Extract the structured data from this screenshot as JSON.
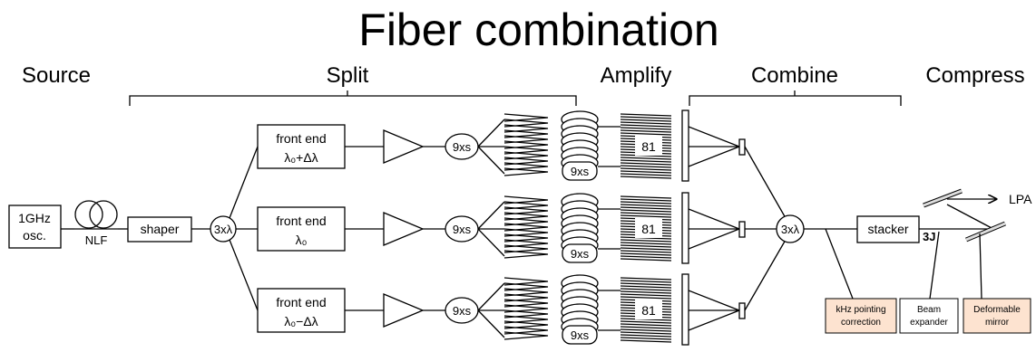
{
  "title": "Fiber combination",
  "stages": {
    "source": "Source",
    "split": "Split",
    "amplify": "Amplify",
    "combine": "Combine",
    "compress": "Compress"
  },
  "components": {
    "oscillator": [
      "1GHz",
      "osc."
    ],
    "nlf": "NLF",
    "shaper": "shaper",
    "splitter": "3xλ",
    "front_end_label": "front end",
    "channels": [
      {
        "wavelength": "λ₀+Δλ"
      },
      {
        "wavelength": "λ₀"
      },
      {
        "wavelength": "λ₀−Δλ"
      }
    ],
    "fanout": "9xs",
    "amp_count": "81",
    "combiner": "3xλ",
    "stacker": "stacker",
    "energy": "3J",
    "output": "LPA"
  },
  "annotations": {
    "khz_pointing": [
      "kHz pointing",
      "correction"
    ],
    "beam_expander": [
      "Beam",
      "expander"
    ],
    "deformable_mirror": [
      "Deformable",
      "mirror"
    ]
  },
  "colors": {
    "annotation_fill": "#fde3d0",
    "line": "#000000"
  }
}
